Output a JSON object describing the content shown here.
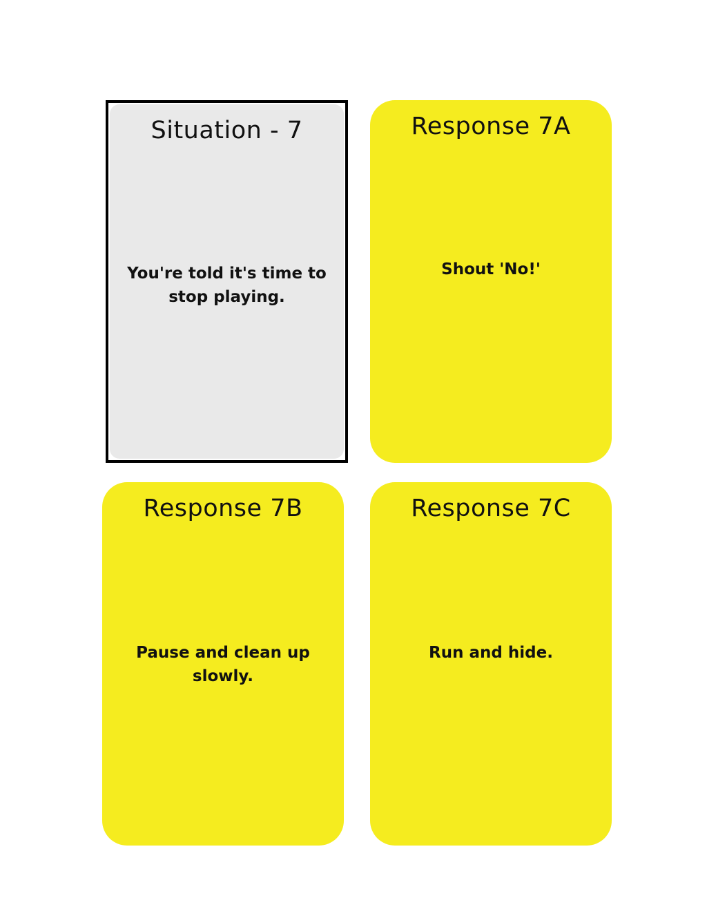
{
  "cards": {
    "situation": {
      "title": "Situation - 7",
      "text": "You're told it's time to stop playing.",
      "background_color": "#e9e9e9",
      "border_color": "#000000"
    },
    "response_a": {
      "title": "Response 7A",
      "text": "Shout 'No!'",
      "background_color": "#f5ec1f"
    },
    "response_b": {
      "title": "Response 7B",
      "text": "Pause and clean up slowly.",
      "background_color": "#f5ec1f"
    },
    "response_c": {
      "title": "Response 7C",
      "text": "Run and hide.",
      "background_color": "#f5ec1f"
    }
  }
}
